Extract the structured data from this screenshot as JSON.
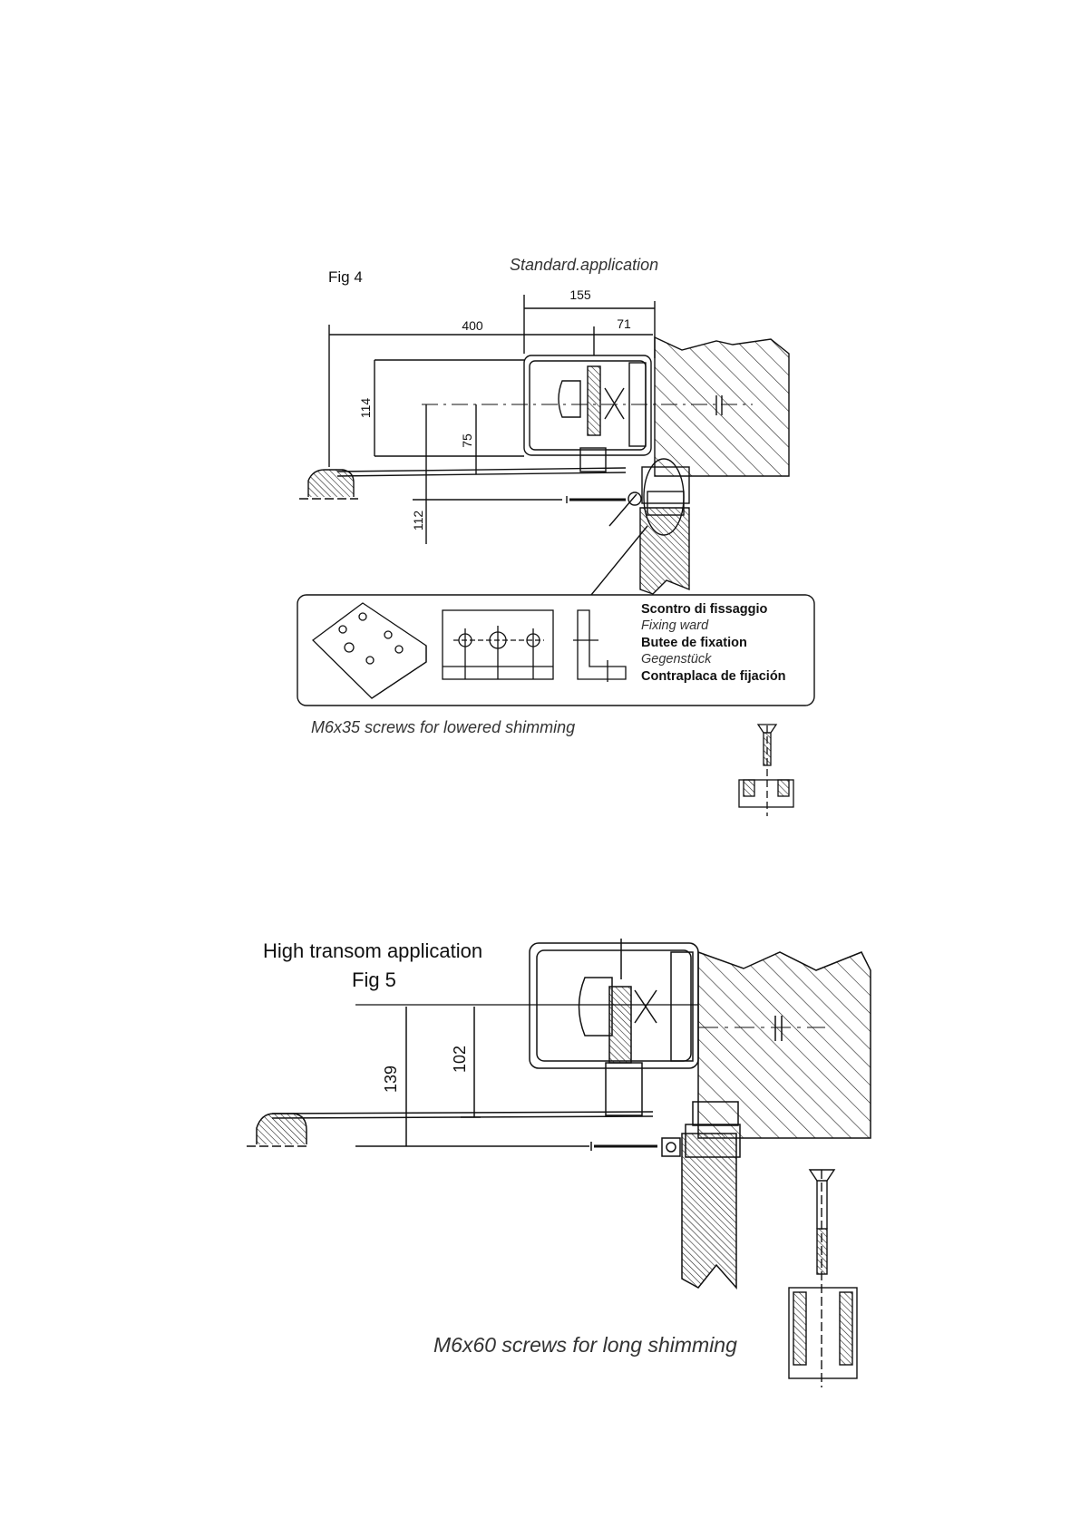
{
  "fig4": {
    "label": "Fig 4",
    "title": "Standard.application",
    "dims": {
      "d155": "155",
      "d400": "400",
      "d71": "71",
      "d114": "114",
      "d75": "75",
      "d112": "112"
    },
    "legend": {
      "l1": "Scontro di fissaggio",
      "l2": "Fixing ward",
      "l3": "Butee de fixation",
      "l4": "Gegenstück",
      "l5": "Contraplaca de fijación"
    },
    "screws_caption": "M6x35 screws for lowered shimming"
  },
  "fig5": {
    "title": "High transom application",
    "label": "Fig 5",
    "dims": {
      "d139": "139",
      "d102": "102"
    },
    "screws_caption": "M6x60 screws for long shimming"
  }
}
